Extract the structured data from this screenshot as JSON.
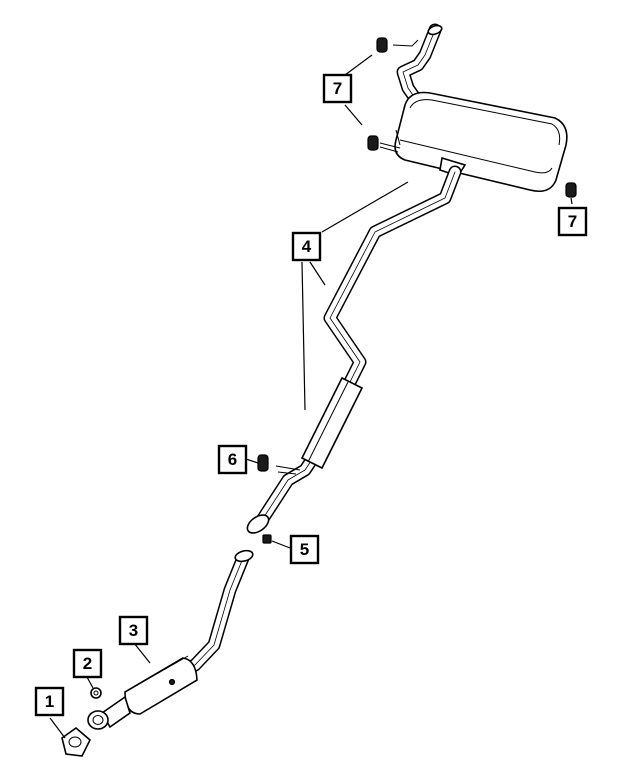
{
  "diagram": {
    "callouts": [
      {
        "id": "callout-1",
        "label": "1"
      },
      {
        "id": "callout-2",
        "label": "2"
      },
      {
        "id": "callout-3",
        "label": "3"
      },
      {
        "id": "callout-4",
        "label": "4"
      },
      {
        "id": "callout-5",
        "label": "5"
      },
      {
        "id": "callout-6",
        "label": "6"
      },
      {
        "id": "callout-7a",
        "label": "7"
      },
      {
        "id": "callout-7b",
        "label": "7"
      }
    ]
  }
}
